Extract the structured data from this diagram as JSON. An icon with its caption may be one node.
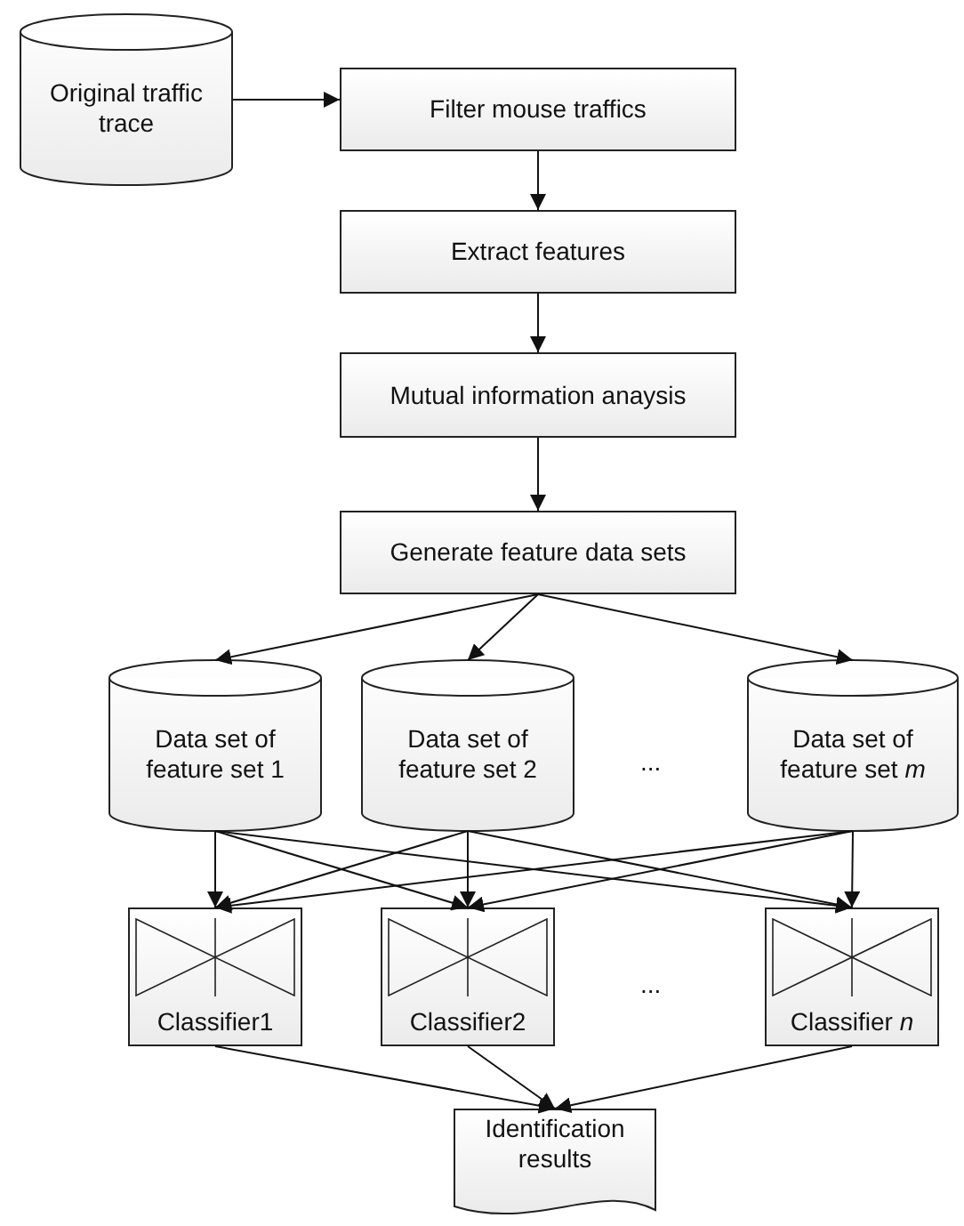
{
  "diagram": {
    "nodes": [
      {
        "text": [
          "Original traffic trace"
        ]
      },
      {
        "text": [
          "Filter mouse traffics"
        ]
      },
      {
        "text": [
          "Extract features"
        ]
      },
      {
        "text": [
          "Mutual information anaysis"
        ]
      },
      {
        "text": [
          "Generate feature data sets"
        ]
      },
      {
        "text": [
          "Data set of feature set 1"
        ]
      },
      {
        "text": [
          "Data set of feature set 2"
        ]
      },
      {
        "text": [
          "Data set of feature set *m*"
        ]
      },
      {
        "text": [
          "Classifier1"
        ]
      },
      {
        "text": [
          "Classifier2"
        ]
      },
      {
        "text": [
          "Classifier *n*"
        ]
      },
      {
        "text": [
          "Identification results"
        ]
      }
    ],
    "edges": [
      {
        "from": 0,
        "to": 1,
        "arrow": "to"
      },
      {
        "from": 1,
        "to": 2,
        "arrow": "to"
      },
      {
        "from": 2,
        "to": 3,
        "arrow": "to"
      },
      {
        "from": 3,
        "to": 4,
        "arrow": "to"
      },
      {
        "from": 4,
        "to": 5,
        "arrow": "to"
      },
      {
        "from": 4,
        "to": 6,
        "arrow": "to"
      },
      {
        "from": 4,
        "to": 7,
        "arrow": "to"
      },
      {
        "from": 5,
        "to": 8,
        "arrow": "to"
      },
      {
        "from": 5,
        "to": 9,
        "arrow": "to"
      },
      {
        "from": 5,
        "to": 10,
        "arrow": "to"
      },
      {
        "from": 6,
        "to": 8,
        "arrow": "to"
      },
      {
        "from": 6,
        "to": 9,
        "arrow": "to"
      },
      {
        "from": 6,
        "to": 10,
        "arrow": "to"
      },
      {
        "from": 7,
        "to": 8,
        "arrow": "to"
      },
      {
        "from": 7,
        "to": 9,
        "arrow": "to"
      },
      {
        "from": 7,
        "to": 10,
        "arrow": "to"
      },
      {
        "from": 8,
        "to": 11,
        "arrow": "to"
      },
      {
        "from": 9,
        "to": 11,
        "arrow": "to"
      },
      {
        "from": 10,
        "to": 11,
        "arrow": "to"
      }
    ],
    "labels": [
      "...",
      "..."
    ]
  }
}
